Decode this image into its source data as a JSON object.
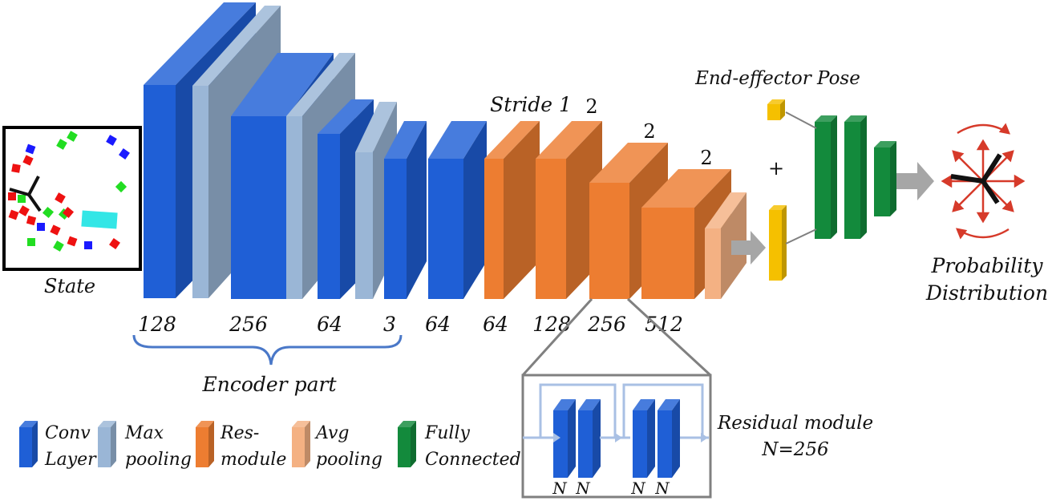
{
  "state": {
    "label": "State"
  },
  "encoder": {
    "label": "Encoder part",
    "channels": [
      "128",
      "256",
      "64",
      "3"
    ]
  },
  "backbone": {
    "channels": [
      "64",
      "64",
      "128",
      "256",
      "512"
    ],
    "stride_label": "Stride 1",
    "stride_values": [
      "2",
      "2",
      "2"
    ]
  },
  "head": {
    "pose_label": "End-effector Pose",
    "plus": "+",
    "output_label_line1": "Probability",
    "output_label_line2": "Distribution"
  },
  "residual_module": {
    "label_line1": "Residual module",
    "label_line2": "N=256",
    "channel_labels": [
      "N",
      "N",
      "N",
      "N"
    ]
  },
  "legend": [
    {
      "line1": "Conv",
      "line2": "Layer",
      "color": "#1f5fd6"
    },
    {
      "line1": "Max",
      "line2": "pooling",
      "color": "#9ab6d6"
    },
    {
      "line1": "Res-",
      "line2": "module",
      "color": "#ed7d31"
    },
    {
      "line1": "Avg",
      "line2": "pooling",
      "color": "#f4b183"
    },
    {
      "line1": "Fully",
      "line2": "Connected",
      "color": "#138a3c"
    }
  ],
  "colors": {
    "conv": "#1f5fd6",
    "maxpool": "#9ab6d6",
    "resmodule": "#ed7d31",
    "avgpool": "#f4b183",
    "fc": "#138a3c",
    "pose": "#f5c000",
    "arrow": "#a6a6a6",
    "action_arrows": "#d63a2a"
  },
  "icons": {
    "brace": "curly-brace-icon",
    "arrow": "gray-arrow-icon",
    "action": "action-star-icon"
  }
}
